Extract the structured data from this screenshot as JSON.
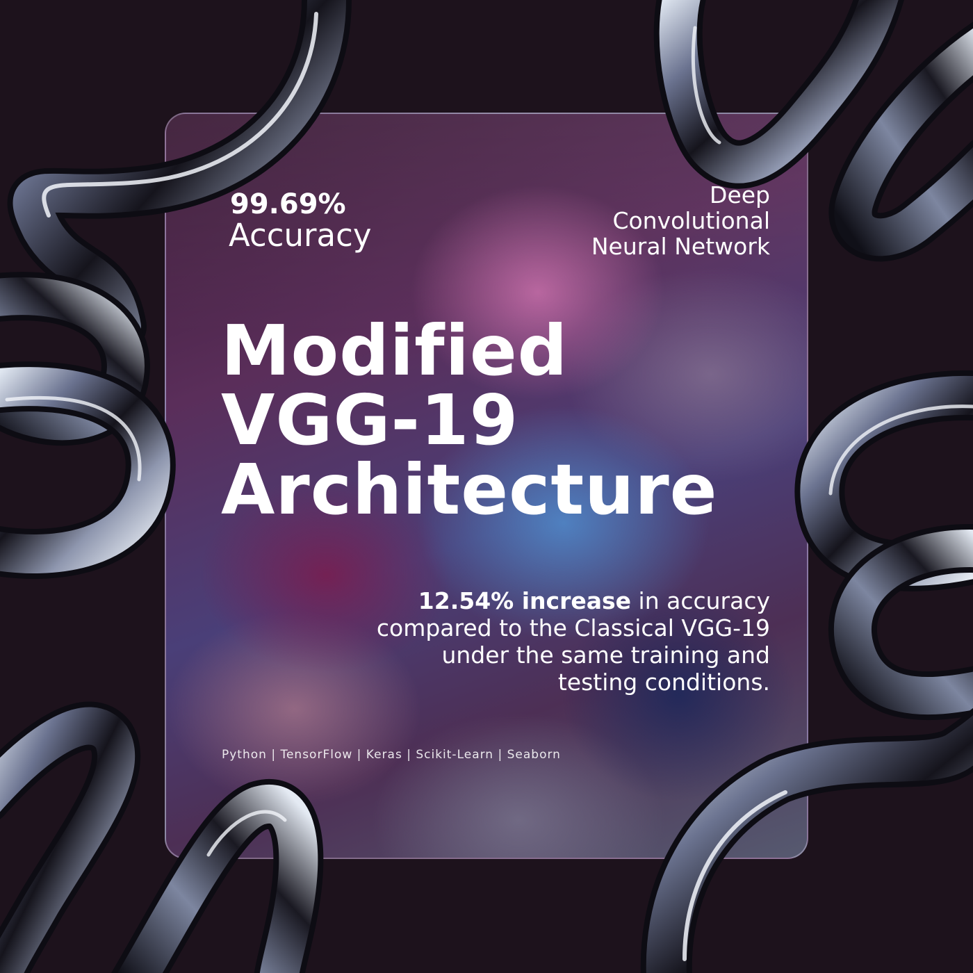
{
  "colors": {
    "background": "#1d121c",
    "text": "#ffffff",
    "tube_dark": "#0e0d14",
    "tube_mid": "#59607a",
    "tube_light": "#dce3ee"
  },
  "stat": {
    "value": "99.69%",
    "label": "Accuracy"
  },
  "subtitle": {
    "line1": "Deep",
    "line2": "Convolutional",
    "line3": "Neural Network"
  },
  "title": {
    "line1": "Modified",
    "line2": "VGG-19",
    "line3": "Architecture"
  },
  "description": {
    "highlight": "12.54% increase",
    "rest_line1": " in accuracy",
    "line2": "compared to the Classical VGG-19",
    "line3": "under the same training and",
    "line4": "testing conditions."
  },
  "tech_stack": "Python | TensorFlow | Keras | Scikit-Learn | Seaborn",
  "decoration": {
    "icon": "chrome-tube-shapes"
  }
}
